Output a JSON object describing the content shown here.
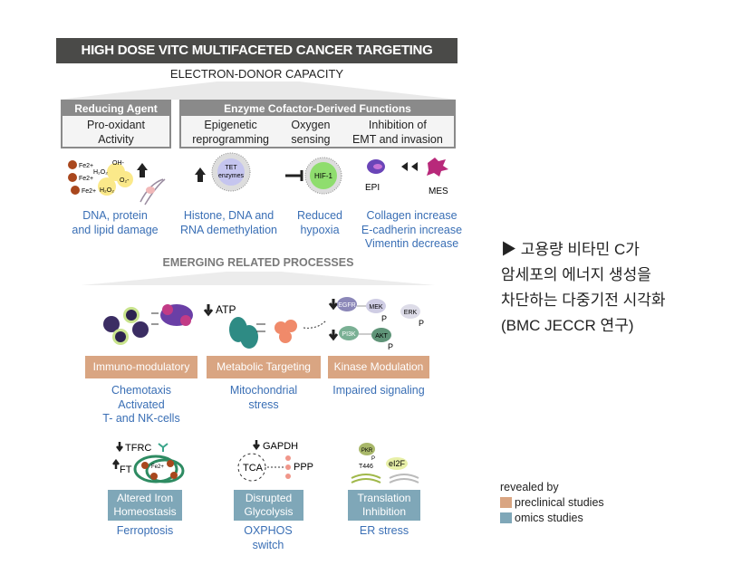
{
  "title": "HIGH DOSE VITC MULTIFACETED CANCER TARGETING",
  "subtitle": "ELECTRON-DONOR CAPACITY",
  "reducing": {
    "header": "Reducing Agent",
    "line1": "Pro-oxidant",
    "line2": "Activity"
  },
  "enzyme": {
    "header": "Enzyme Cofactor-Derived Functions",
    "cols": [
      {
        "l1": "Epigenetic",
        "l2": "reprogramming"
      },
      {
        "l1": "Oxygen",
        "l2": "sensing"
      },
      {
        "l1": "Inhibition of",
        "l2": "EMT and invasion"
      }
    ]
  },
  "icons_top": {
    "fe": "Fe2+",
    "h2o2": "H₂O₂",
    "oh": "OH-",
    "o2": "O₂-",
    "tet": "TET",
    "tet2": "enzymes",
    "hif": "HIF-1",
    "epi": "EPI",
    "mes": "MES"
  },
  "effects_top": [
    {
      "l1": "DNA, protein",
      "l2": "and lipid damage"
    },
    {
      "l1": "Histone, DNA and",
      "l2": "RNA demethylation"
    },
    {
      "l1": "Reduced",
      "l2": "hypoxia"
    },
    {
      "l1": "Collagen increase",
      "l2": "E-cadherin increase",
      "l3": "Vimentin decrease"
    }
  ],
  "emerging": "EMERGING RELATED PROCESSES",
  "icons_mid": {
    "atp": "ATP",
    "egfr": "EGFR",
    "mek": "MEK",
    "erk": "ERK",
    "pi3k": "PI3K",
    "akt": "AKT",
    "p": "P"
  },
  "processes_mid": [
    {
      "label": "Immuno-modulatory",
      "l1": "Chemotaxis",
      "l2": "Activated",
      "l3": "T- and NK-cells"
    },
    {
      "label": "Metabolic Targeting",
      "l1": "Mitochondrial",
      "l2": "stress"
    },
    {
      "label": "Kinase Modulation",
      "l1": "Impaired signaling"
    }
  ],
  "icons_bot": {
    "tfrc": "TFRC",
    "ft": "FT",
    "fe": "Fe2+",
    "gapdh": "GAPDH",
    "tca": "TCA",
    "ppp": "PPP",
    "pkr": "PKR",
    "t446": "T446",
    "eif": "eI2F",
    "p": "P"
  },
  "processes_bot": [
    {
      "l1": "Altered Iron",
      "l2": "Homeostasis",
      "e1": "Ferroptosis"
    },
    {
      "l1": "Disrupted",
      "l2": "Glycolysis",
      "e1": "OXPHOS",
      "e2": "switch"
    },
    {
      "l1": "Translation",
      "l2": "Inhibition",
      "e1": "ER stress"
    }
  ],
  "caption": {
    "l1": "▶ 고용량 비타민 C가",
    "l2": "암세포의 에너지 생성을",
    "l3": "차단하는 다중기전 시각화",
    "l4": "(BMC JECCR 연구)"
  },
  "legend": {
    "title": "revealed by",
    "items": [
      {
        "label": "preclinical studies",
        "color": "#d9a582"
      },
      {
        "label": "omics studies",
        "color": "#7fa7b8"
      }
    ]
  }
}
